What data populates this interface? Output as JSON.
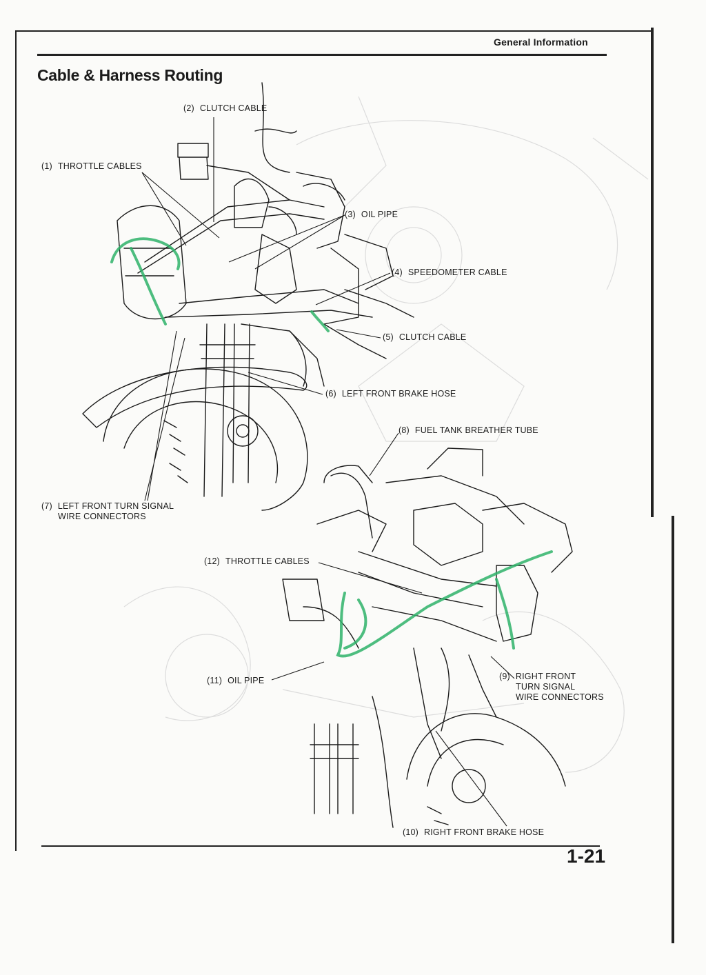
{
  "header": {
    "section": "General Information"
  },
  "title": "Cable & Harness Routing",
  "page_number": "1-21",
  "callouts": [
    {
      "num": "(1)",
      "text": "THROTTLE CABLES"
    },
    {
      "num": "(2)",
      "text": "CLUTCH CABLE"
    },
    {
      "num": "(3)",
      "text": "OIL PIPE"
    },
    {
      "num": "(4)",
      "text": "SPEEDOMETER CABLE"
    },
    {
      "num": "(5)",
      "text": "CLUTCH CABLE"
    },
    {
      "num": "(6)",
      "text": "LEFT FRONT BRAKE HOSE"
    },
    {
      "num": "(7)",
      "text": "LEFT FRONT TURN SIGNAL",
      "text2": "WIRE CONNECTORS"
    },
    {
      "num": "(8)",
      "text": "FUEL TANK BREATHER TUBE"
    },
    {
      "num": "(9)",
      "text": "RIGHT FRONT",
      "text2": "TURN SIGNAL",
      "text3": "WIRE CONNECTORS"
    },
    {
      "num": "(10)",
      "text": "RIGHT FRONT BRAKE HOSE"
    },
    {
      "num": "(11)",
      "text": "OIL PIPE"
    },
    {
      "num": "(12)",
      "text": "THROTTLE CABLES"
    }
  ],
  "colors": {
    "ink": "#1b1b1b",
    "harness": "#2fb36a",
    "bleed": "#c8c8c8"
  }
}
